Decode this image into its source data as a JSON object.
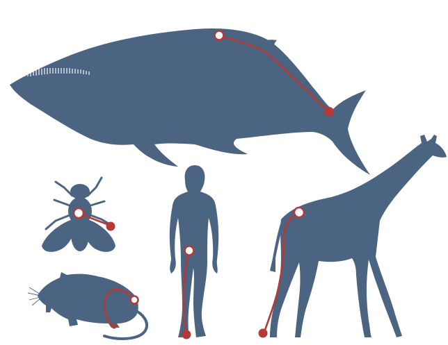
{
  "colors": {
    "silhouette": "#4b6481",
    "accent": "#b33a36",
    "background": "#ffffff"
  },
  "figures": [
    {
      "name": "whale",
      "icon": "whale-silhouette"
    },
    {
      "name": "fly",
      "icon": "fly-silhouette"
    },
    {
      "name": "human",
      "icon": "human-silhouette"
    },
    {
      "name": "giraffe",
      "icon": "giraffe-silhouette"
    },
    {
      "name": "rat",
      "icon": "rat-silhouette"
    }
  ],
  "markers": {
    "start": "open-circle",
    "end": "filled-circle"
  }
}
